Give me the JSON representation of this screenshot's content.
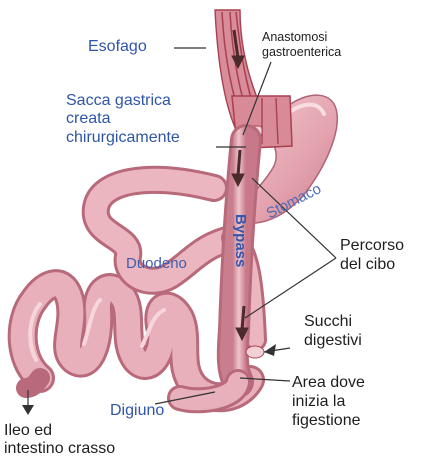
{
  "labels": {
    "esofago": "Esofago",
    "anastomosi_1": "Anastomosi",
    "anastomosi_2": "gastroenterica",
    "sacca_1": "Sacca gastrica",
    "sacca_2": "creata",
    "sacca_3": "chirurgicamente",
    "stomaco": "Stomaco",
    "bypass": "Bypass",
    "duodeno": "Duodeno",
    "percorso_1": "Percorso",
    "percorso_2": "del cibo",
    "succhi_1": "Succhi",
    "succhi_2": "digestivi",
    "area_1": "Area dove",
    "area_2": "inizia la",
    "area_3": "figestione",
    "digiuno": "Digiuno",
    "ileo_1": "Ileo ed",
    "ileo_2": "intestino crasso"
  },
  "colors": {
    "tissue": "#e4a7b2",
    "tissue_light": "#f1c8cf",
    "tissue_dark": "#b86a7b",
    "muscle_stripe": "#a8404f",
    "leader_line": "#333333",
    "label_blue": "#2f55a8"
  }
}
